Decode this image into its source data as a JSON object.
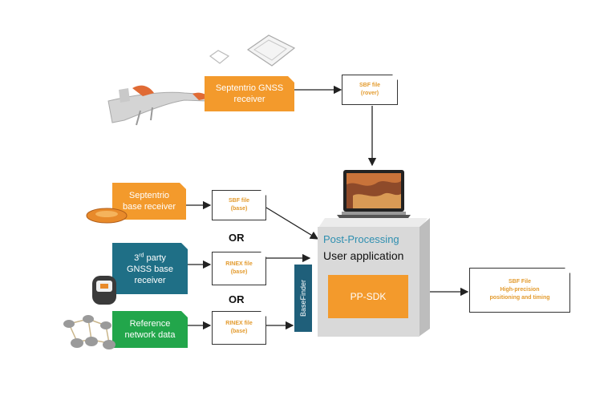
{
  "rover": {
    "label_line1": "Septentrio GNSS",
    "label_line2": "receiver",
    "file_line1": "SBF file",
    "file_line2": "(rover)"
  },
  "base_septentrio": {
    "label_line1": "Septentrio",
    "label_line2": "base receiver",
    "file_line1": "SBF file",
    "file_line2": "(base)"
  },
  "base_third_party": {
    "label_line1": "3rd party",
    "label_sup": "rd",
    "label_line2": "GNSS base",
    "label_line3": "receiver",
    "file_line1": "RINEX file",
    "file_line2": "(base)"
  },
  "reference": {
    "label_line1": "Reference",
    "label_line2": "network data",
    "file_line1": "RINEX file",
    "file_line2": "(base)"
  },
  "or_text": "OR",
  "app": {
    "title": "Post-Processing",
    "subtitle": "User application",
    "sdk": "PP-SDK",
    "basefinder": "BaseFinder"
  },
  "output": {
    "line1": "SBF File",
    "line2": "High-precision",
    "line3": "positioning and timing"
  },
  "colors": {
    "orange": "#f39a2c",
    "teal": "#1f6f86",
    "green": "#22a64b",
    "file_text": "#e39b2e",
    "box_gray": "#d9d9d9",
    "title_blue": "#2f8fb0"
  }
}
